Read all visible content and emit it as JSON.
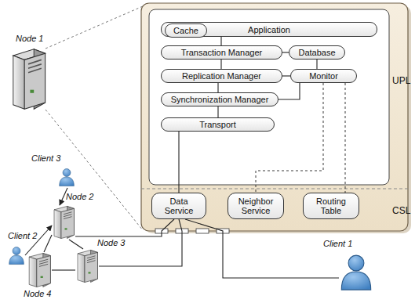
{
  "diagram": {
    "nodes": [
      {
        "text": [
          "Application"
        ]
      },
      {
        "text": [
          "Cache"
        ],
        "in": 0
      },
      {
        "text": [
          "Transaction Manager"
        ]
      },
      {
        "text": [
          "Database"
        ]
      },
      {
        "text": [
          "Replication Manager"
        ]
      },
      {
        "text": [
          "Monitor"
        ]
      },
      {
        "text": [
          "Synchronization Manager"
        ]
      },
      {
        "text": [
          "Transport"
        ]
      },
      {
        "text": [
          "Data Service"
        ]
      },
      {
        "text": [
          "Neighbor Service"
        ]
      },
      {
        "text": [
          "Routing Table"
        ]
      },
      {
        "text": [
          "Node 1"
        ]
      },
      {
        "text": [
          "Client 3"
        ]
      },
      {
        "text": [
          "Client 2"
        ]
      },
      {
        "text": [
          "Node 2"
        ]
      },
      {
        "text": [
          "Node 3"
        ]
      },
      {
        "text": [
          "Node 4"
        ]
      },
      {
        "text": [
          "Client 1"
        ]
      }
    ],
    "edges": [
      {
        "from": 0,
        "to": 2,
        "arrow": "none"
      },
      {
        "from": 2,
        "to": 4,
        "arrow": "none"
      },
      {
        "from": 4,
        "to": 6,
        "arrow": "none"
      },
      {
        "from": 6,
        "to": 7,
        "arrow": "none"
      },
      {
        "from": 2,
        "to": 3,
        "arrow": "none"
      },
      {
        "from": 3,
        "to": 5,
        "arrow": "none"
      },
      {
        "from": 4,
        "to": 5,
        "arrow": "none"
      },
      {
        "from": 6,
        "to": 5,
        "arrow": "none"
      },
      {
        "from": 7,
        "to": 8,
        "arrow": "none"
      },
      {
        "from": 5,
        "to": 9,
        "arrow": "none"
      },
      {
        "from": 5,
        "to": 10,
        "arrow": "none"
      },
      {
        "from": 12,
        "to": 14,
        "arrow": "to"
      },
      {
        "from": 13,
        "to": 14,
        "arrow": "to"
      },
      {
        "from": 14,
        "to": 15,
        "arrow": "none"
      },
      {
        "from": 16,
        "to": 14,
        "arrow": "none"
      },
      {
        "from": 16,
        "to": 15,
        "arrow": "none"
      },
      {
        "from": 14,
        "to": 8,
        "arrow": "none"
      },
      {
        "from": 15,
        "to": 8,
        "arrow": "none"
      },
      {
        "from": 17,
        "to": 8,
        "arrow": "none"
      }
    ],
    "labels": [
      "UPL",
      "CSL"
    ]
  }
}
